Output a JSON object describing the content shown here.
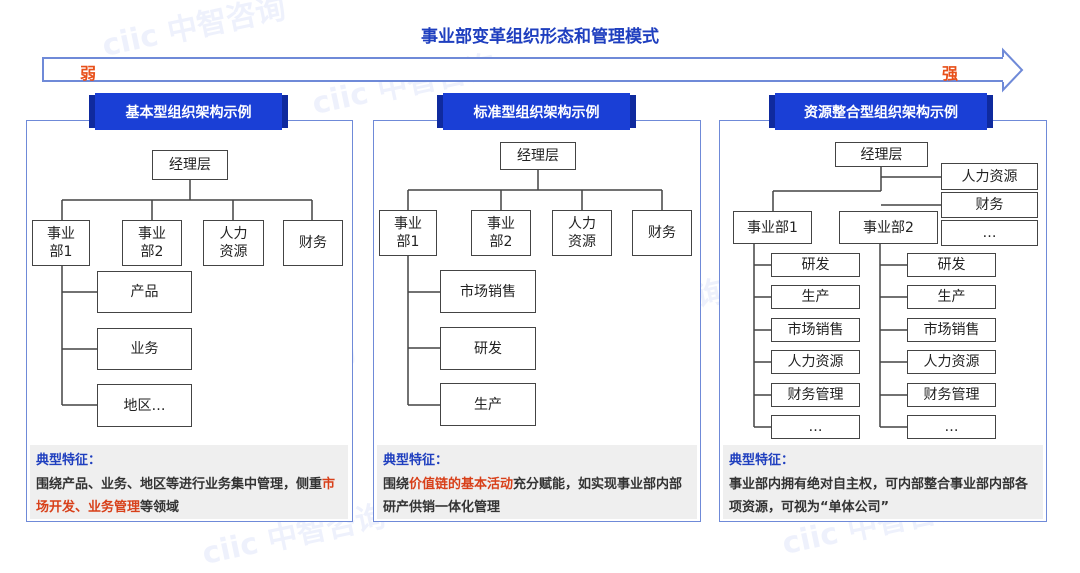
{
  "title": "事业部变革组织形态和管理模式",
  "scale": {
    "weak": "弱",
    "strong": "强"
  },
  "watermark": "ciic 中智咨询",
  "panels": [
    {
      "header": "基本型组织架构示例",
      "top": "经理层",
      "units": [
        "事业部1",
        "事业部2",
        "人力资源",
        "财务"
      ],
      "subs": [
        "产品",
        "业务",
        "地区…"
      ],
      "feature_title": "典型特征：",
      "feature": [
        "围绕产品、业务、地区等进行业务集中管理，侧重",
        "市场开发、业务管理",
        "等领域"
      ]
    },
    {
      "header": "标准型组织架构示例",
      "top": "经理层",
      "units": [
        "事业部1",
        "事业部2",
        "人力资源",
        "财务"
      ],
      "subs": [
        "市场销售",
        "研发",
        "生产"
      ],
      "feature_title": "典型特征：",
      "feature": [
        "围绕",
        "价值链的基本活动",
        "充分赋能，如实现事业部内部研产供销一体化管理"
      ]
    },
    {
      "header": "资源整合型组织架构示例",
      "top": "经理层",
      "side": [
        "人力资源",
        "财务",
        "…"
      ],
      "units": [
        "事业部1",
        "事业部2"
      ],
      "subs1": [
        "研发",
        "生产",
        "市场销售",
        "人力资源",
        "财务管理",
        "…"
      ],
      "subs2": [
        "研发",
        "生产",
        "市场销售",
        "人力资源",
        "财务管理",
        "…"
      ],
      "feature_title": "典型特征：",
      "feature": [
        "事业部内拥有绝对自主权，可内部整合事业部内部各项资源，可视为“单体公司”"
      ]
    }
  ],
  "colors": {
    "accent": "#1a3fd6",
    "highlight": "#d8401a",
    "border": "#6f8ad8"
  }
}
